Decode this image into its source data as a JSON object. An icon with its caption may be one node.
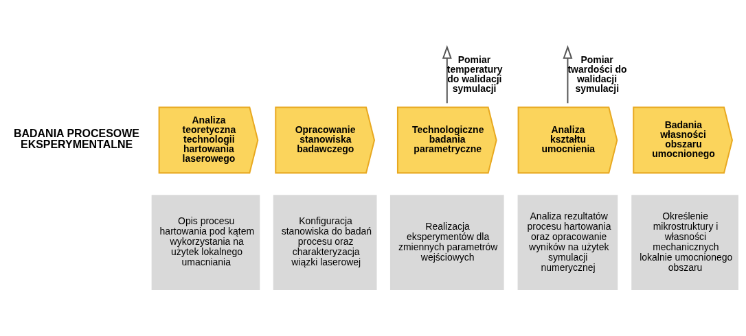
{
  "diagram": {
    "nodes": [
      {
        "text": [
          "Analiza teoretyczna technologii hartowania laserowego"
        ]
      },
      {
        "text": [
          "Opracowanie stanowiska badawczego"
        ]
      },
      {
        "text": [
          "Technologiczne badania parametryczne"
        ]
      },
      {
        "text": [
          "Analiza kształtu umocnienia"
        ]
      },
      {
        "text": [
          "Badania własności obszaru umocnionego"
        ]
      },
      {
        "text": [
          "Opis procesu hartowania pod kątem wykorzystania na użytek lokalnego umacniania"
        ]
      },
      {
        "text": [
          "Konfiguracja stanowiska do badań procesu oraz charakteryzacja wiązki laserowej"
        ]
      },
      {
        "text": [
          "Realizacja eksperymentów dla zmiennych parametrów wejściowych"
        ]
      },
      {
        "text": [
          "Analiza rezultatów procesu hartowania oraz opracowanie wyników na użytek symulacji numerycznej"
        ]
      },
      {
        "text": [
          "Określenie mikrostruktury i własności mechanicznych lokalnie umocnionego obszaru"
        ]
      }
    ],
    "edges": [
      {
        "from": 2,
        "to": null,
        "arrow": "to",
        "label": "Pomiar temperatury do walidacji symulacji"
      },
      {
        "from": 3,
        "to": null,
        "arrow": "to",
        "label": "Pomiar twardości do walidacji symulacji"
      }
    ],
    "labels": [
      "BADANIA PROCESOWE EKSPERYMENTALNE"
    ]
  }
}
